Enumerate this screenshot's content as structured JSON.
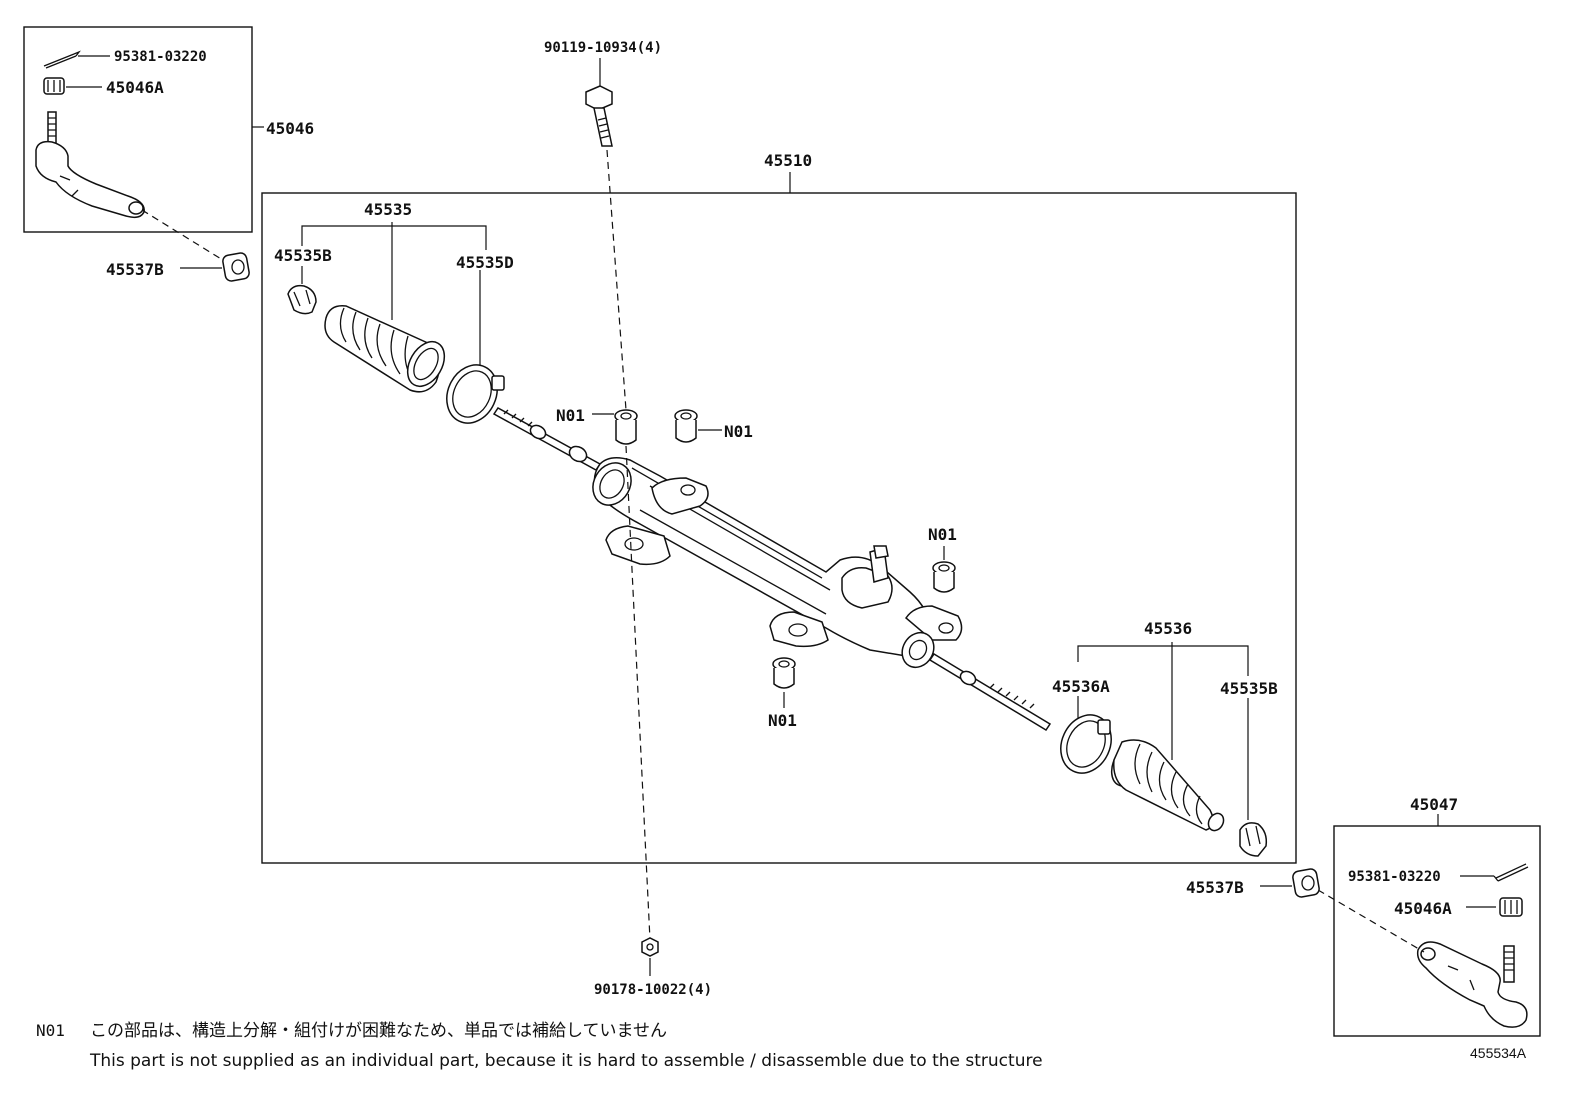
{
  "diagram": {
    "catalog_number": "455534A",
    "labels": {
      "p95381_top": "95381-03220",
      "p45046A_top": "45046A",
      "p45046": "45046",
      "p45537B_left": "45537B",
      "p90119": "90119-10934(4)",
      "p45510": "45510",
      "p45535": "45535",
      "p45535B_left": "45535B",
      "p45535D": "45535D",
      "n01_a": "N01",
      "n01_b": "N01",
      "n01_c": "N01",
      "n01_d": "N01",
      "p45536": "45536",
      "p45536A": "45536A",
      "p45535B_right": "45535B",
      "p45047": "45047",
      "p45537B_right": "45537B",
      "p95381_bottom": "95381-03220",
      "p45046A_bottom": "45046A",
      "p90178": "90178-10022(4)"
    },
    "footnote": {
      "code": "N01",
      "text_ja": "この部品は、構造上分解・組付けが困難なため、単品では補給していません",
      "text_en": "This part is not supplied as an individual part, because it is hard to assemble / disassemble due to the structure"
    }
  }
}
